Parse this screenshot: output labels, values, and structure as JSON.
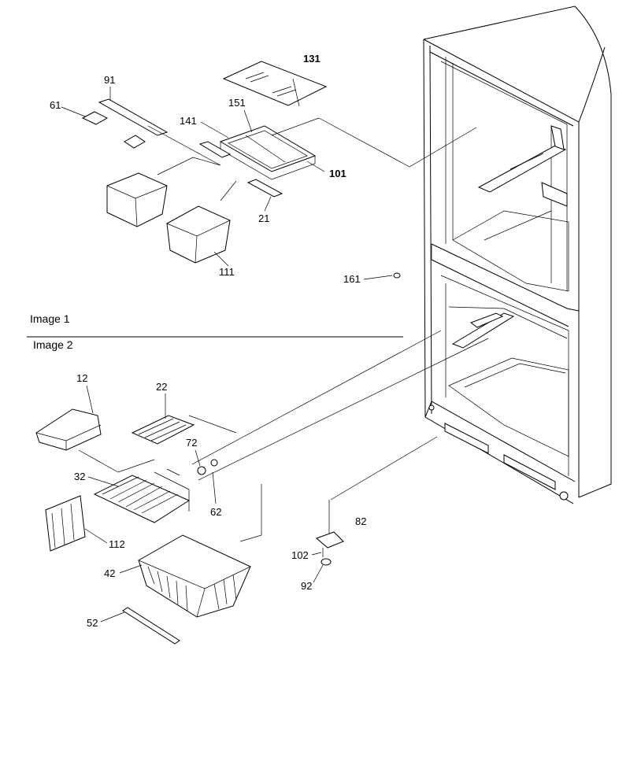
{
  "sections": [
    {
      "label": "Image 1"
    },
    {
      "label": "Image 2"
    }
  ],
  "callouts": {
    "c131": "131",
    "c91": "91",
    "c61": "61",
    "c151": "151",
    "c141": "141",
    "c101": "101",
    "c21": "21",
    "c111": "111",
    "c161": "161",
    "c12": "12",
    "c22": "22",
    "c72": "72",
    "c32": "32",
    "c62": "62",
    "c112": "112",
    "c42": "42",
    "c52": "52",
    "c82": "82",
    "c102": "102",
    "c92": "92"
  }
}
